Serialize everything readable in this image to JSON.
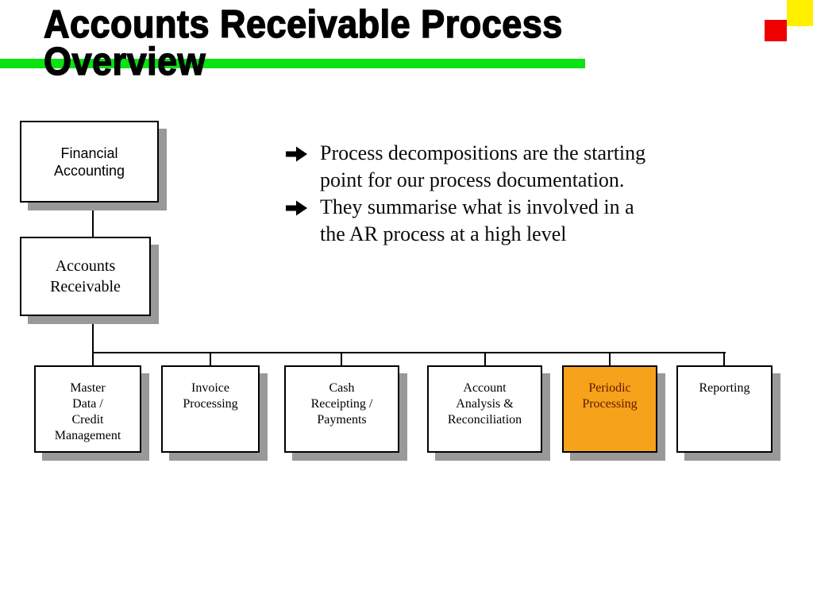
{
  "slide": {
    "title_lines": [
      "Accounts Receivable Process",
      "Overview"
    ],
    "decorations": {
      "green_bar_color": "#0be212",
      "yellow_square_color": "#fff000",
      "red_square_color": "#ee0000",
      "box_shadow_color": "#999999"
    }
  },
  "bullets": {
    "items": [
      {
        "icon": "arrow-right-icon",
        "text": "Process decompositions are the starting\npoint for our process documentation."
      },
      {
        "icon": "arrow-right-icon",
        "text": "They summarise what is involved in a\nthe AR process at a high level"
      }
    ]
  },
  "hierarchy": {
    "level1": {
      "label": "Financial\nAccounting"
    },
    "level2": {
      "label": "Accounts\nReceivable"
    },
    "children": [
      {
        "label": "Master\nData /\nCredit\nManagement",
        "highlighted": false
      },
      {
        "label": "Invoice\nProcessing",
        "highlighted": false
      },
      {
        "label": "Cash\nReceipting /\nPayments",
        "highlighted": false
      },
      {
        "label": "Account\nAnalysis &\nReconciliation",
        "highlighted": false
      },
      {
        "label": "Periodic\nProcessing",
        "highlighted": true,
        "highlight_fill": "#f6a21b",
        "highlight_text_color": "#5c1a00"
      },
      {
        "label": "Reporting",
        "highlighted": false
      }
    ]
  }
}
